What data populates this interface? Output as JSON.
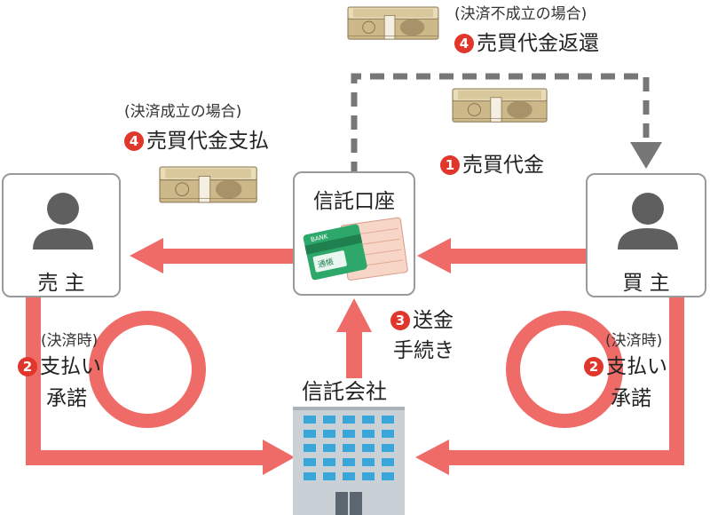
{
  "seller": {
    "label": "売 主"
  },
  "buyer": {
    "label": "買 主"
  },
  "trust_account": {
    "label": "信託口座",
    "card_text_1": "BANK",
    "card_text_2": "通帳"
  },
  "trust_company": {
    "label": "信託会社"
  },
  "steps": {
    "step1": {
      "number": "1",
      "label": "売買代金"
    },
    "step2_left": {
      "note": "(決済時)",
      "number": "2",
      "line1": "支払い",
      "line2": "承諾"
    },
    "step2_right": {
      "note": "(決済時)",
      "number": "2",
      "line1": "支払い",
      "line2": "承諾"
    },
    "step3": {
      "number": "3",
      "line1": "送金",
      "line2": "手続き"
    },
    "step4_success": {
      "note": "(決済成立の場合)",
      "number": "4",
      "label": "売買代金支払"
    },
    "step4_fail": {
      "note": "(決済不成立の場合)",
      "number": "4",
      "label": "売買代金返還"
    }
  },
  "colors": {
    "arrow": "#ef6b68",
    "dashed": "#777777",
    "badge": "#e0362b"
  }
}
